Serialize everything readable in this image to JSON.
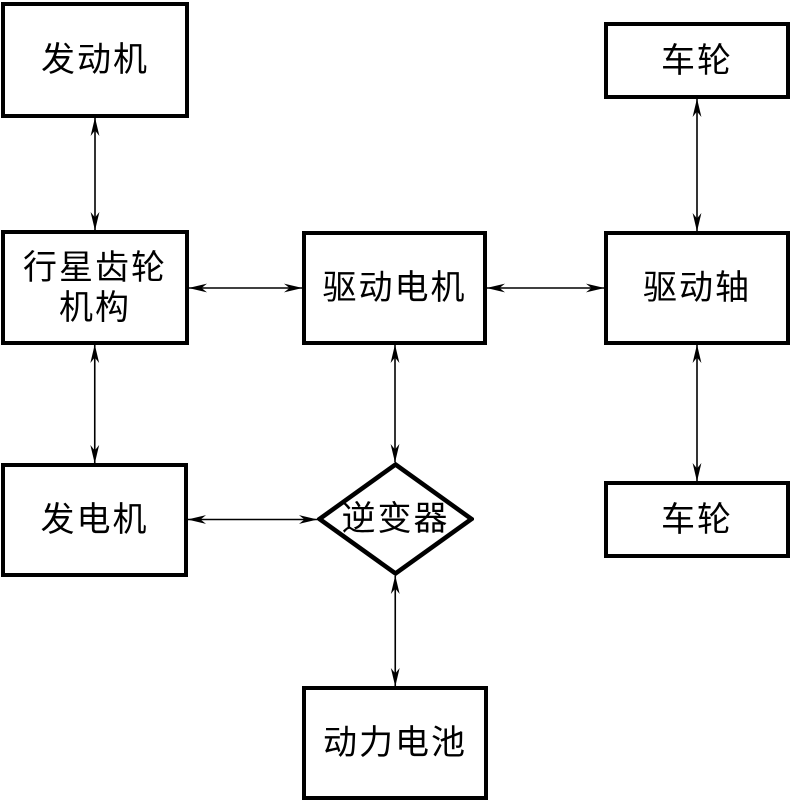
{
  "diagram": {
    "background_color": "#ffffff",
    "line_color": "#000000",
    "box_border_color": "#000000",
    "text_color": "#000000",
    "nodes": {
      "engine": {
        "label": "发动机",
        "shape": "rect"
      },
      "wheel_top": {
        "label": "车轮",
        "shape": "rect"
      },
      "planetary_gear": {
        "label": "行星齿轮\n机构",
        "shape": "rect"
      },
      "drive_motor": {
        "label": "驱动电机",
        "shape": "rect"
      },
      "drive_shaft": {
        "label": "驱动轴",
        "shape": "rect"
      },
      "generator": {
        "label": "发电机",
        "shape": "rect"
      },
      "inverter": {
        "label": "逆变器",
        "shape": "diamond"
      },
      "wheel_bottom": {
        "label": "车轮",
        "shape": "rect"
      },
      "battery": {
        "label": "动力电池",
        "shape": "rect"
      }
    },
    "edges": [
      {
        "from": "engine",
        "to": "planetary_gear",
        "bidirectional": true
      },
      {
        "from": "planetary_gear",
        "to": "generator",
        "bidirectional": true
      },
      {
        "from": "planetary_gear",
        "to": "drive_motor",
        "bidirectional": true
      },
      {
        "from": "drive_motor",
        "to": "drive_shaft",
        "bidirectional": true
      },
      {
        "from": "wheel_top",
        "to": "drive_shaft",
        "bidirectional": true
      },
      {
        "from": "drive_shaft",
        "to": "wheel_bottom",
        "bidirectional": true
      },
      {
        "from": "generator",
        "to": "inverter",
        "bidirectional": true
      },
      {
        "from": "drive_motor",
        "to": "inverter",
        "bidirectional": true
      },
      {
        "from": "inverter",
        "to": "battery",
        "bidirectional": true
      }
    ]
  }
}
